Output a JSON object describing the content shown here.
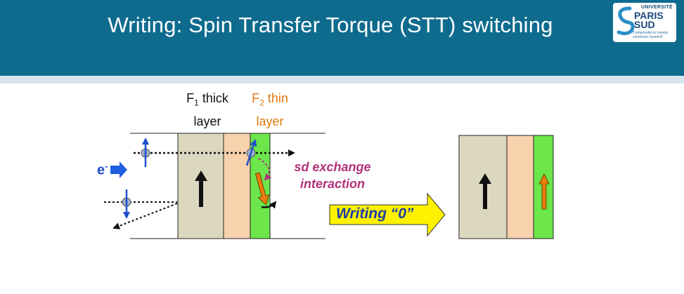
{
  "slide": {
    "title": "Writing: Spin Transfer Torque (STT) switching"
  },
  "logo": {
    "line1": "UNIVERSITÉ",
    "line2": "PARIS",
    "line3": "SUD",
    "tagline1": "Comprendre le monde,",
    "tagline2": "construire l'avenir®"
  },
  "labels": {
    "f1_sym": "F",
    "f1_sub": "1",
    "f1_rest": " thick",
    "f1_line2": "layer",
    "f2_sym": "F",
    "f2_sub": "2",
    "f2_rest": " thin",
    "f2_line2": "layer",
    "electron": "e",
    "electron_sup": "-",
    "sd_line1": "sd exchange",
    "sd_line2": "interaction",
    "writing": "Writing “0”"
  },
  "colors": {
    "header": "#0e6b8e",
    "thick_layer": "#dcd8c0",
    "spacer_layer": "#f8d1ad",
    "thin_layer": "#6ce64a",
    "f2_label": "#e07b10",
    "sd_label": "#b2327c",
    "electron": "#1f4fcf",
    "writing_arrow_fill": "#fff200",
    "writing_arrow_text": "#1c3ea7"
  }
}
